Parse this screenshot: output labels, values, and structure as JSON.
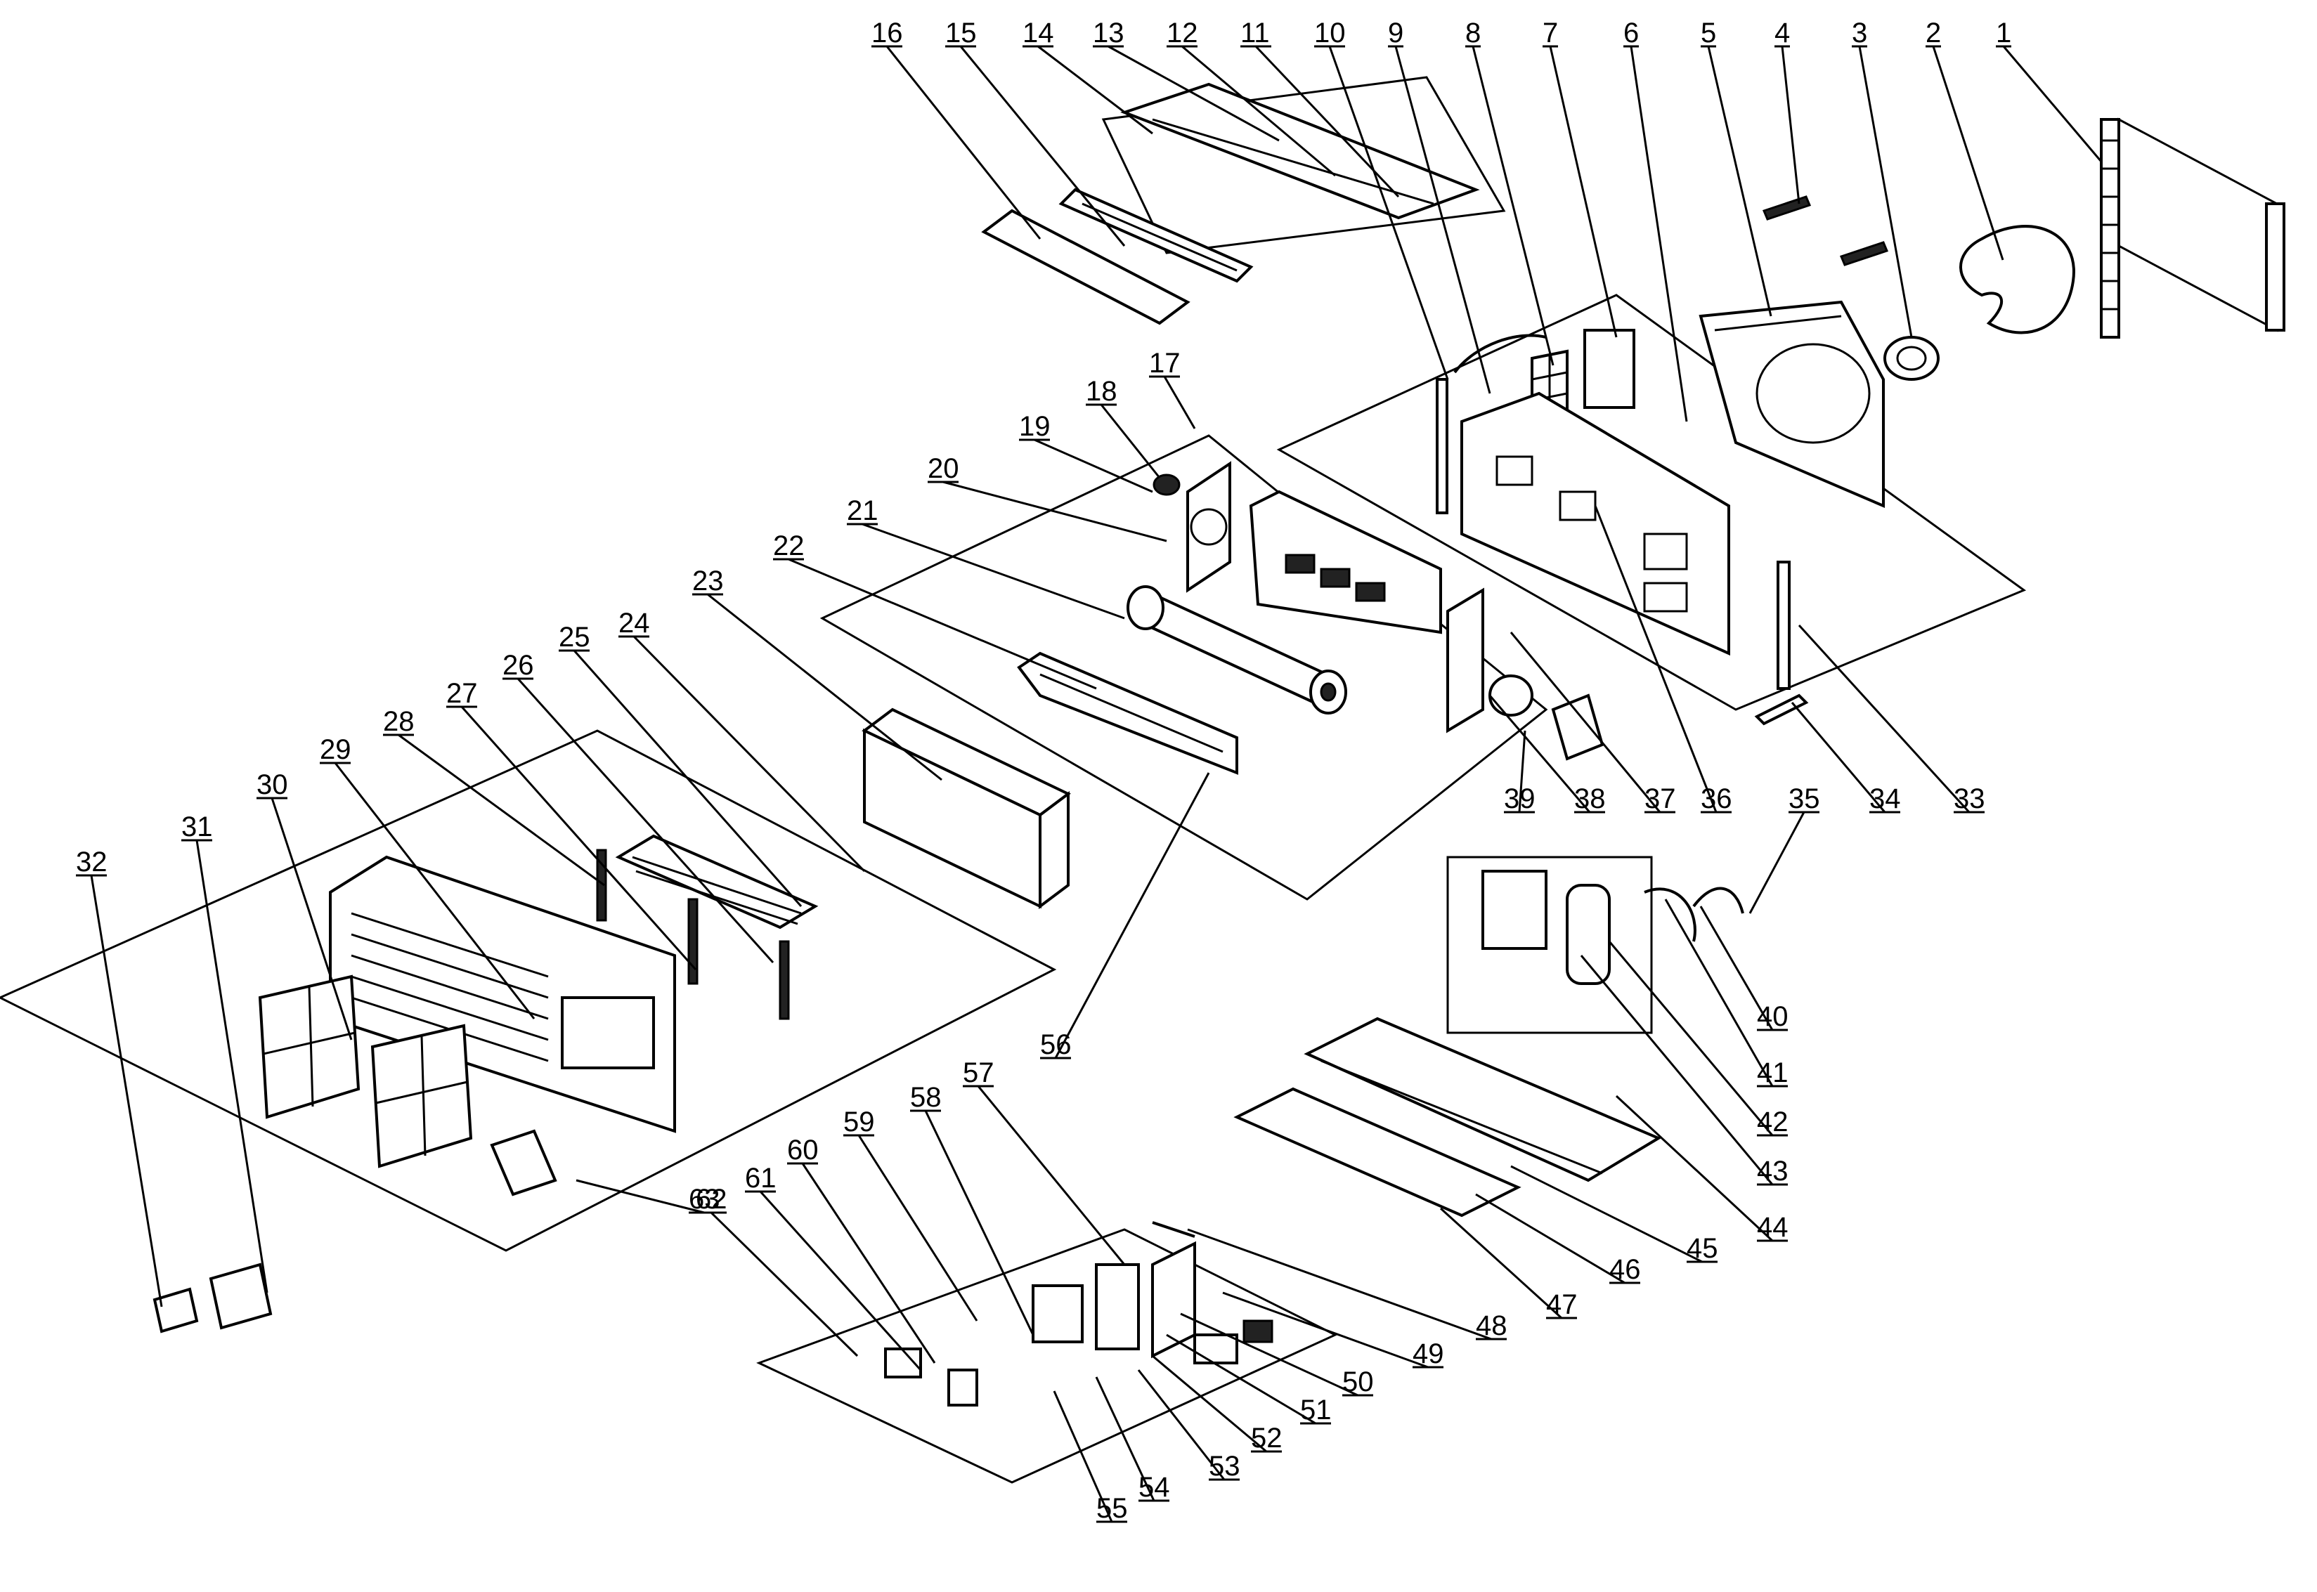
{
  "callouts": [
    {
      "n": "1"
    },
    {
      "n": "2"
    },
    {
      "n": "3"
    },
    {
      "n": "4"
    },
    {
      "n": "5"
    },
    {
      "n": "6"
    },
    {
      "n": "7"
    },
    {
      "n": "8"
    },
    {
      "n": "9"
    },
    {
      "n": "10"
    },
    {
      "n": "11"
    },
    {
      "n": "12"
    },
    {
      "n": "13"
    },
    {
      "n": "14"
    },
    {
      "n": "15"
    },
    {
      "n": "16"
    },
    {
      "n": "17"
    },
    {
      "n": "18"
    },
    {
      "n": "19"
    },
    {
      "n": "20"
    },
    {
      "n": "21"
    },
    {
      "n": "22"
    },
    {
      "n": "23"
    },
    {
      "n": "24"
    },
    {
      "n": "25"
    },
    {
      "n": "26"
    },
    {
      "n": "27"
    },
    {
      "n": "28"
    },
    {
      "n": "29"
    },
    {
      "n": "30"
    },
    {
      "n": "31"
    },
    {
      "n": "32"
    },
    {
      "n": "33"
    },
    {
      "n": "34"
    },
    {
      "n": "35"
    },
    {
      "n": "36"
    },
    {
      "n": "37"
    },
    {
      "n": "38"
    },
    {
      "n": "39"
    },
    {
      "n": "40"
    },
    {
      "n": "41"
    },
    {
      "n": "42"
    },
    {
      "n": "43"
    },
    {
      "n": "44"
    },
    {
      "n": "45"
    },
    {
      "n": "46"
    },
    {
      "n": "47"
    },
    {
      "n": "48"
    },
    {
      "n": "49"
    },
    {
      "n": "50"
    },
    {
      "n": "51"
    },
    {
      "n": "52"
    },
    {
      "n": "53"
    },
    {
      "n": "54"
    },
    {
      "n": "55"
    },
    {
      "n": "56"
    },
    {
      "n": "57"
    },
    {
      "n": "58"
    },
    {
      "n": "59"
    },
    {
      "n": "60"
    },
    {
      "n": "61"
    },
    {
      "n": "62"
    },
    {
      "n": "63"
    }
  ]
}
